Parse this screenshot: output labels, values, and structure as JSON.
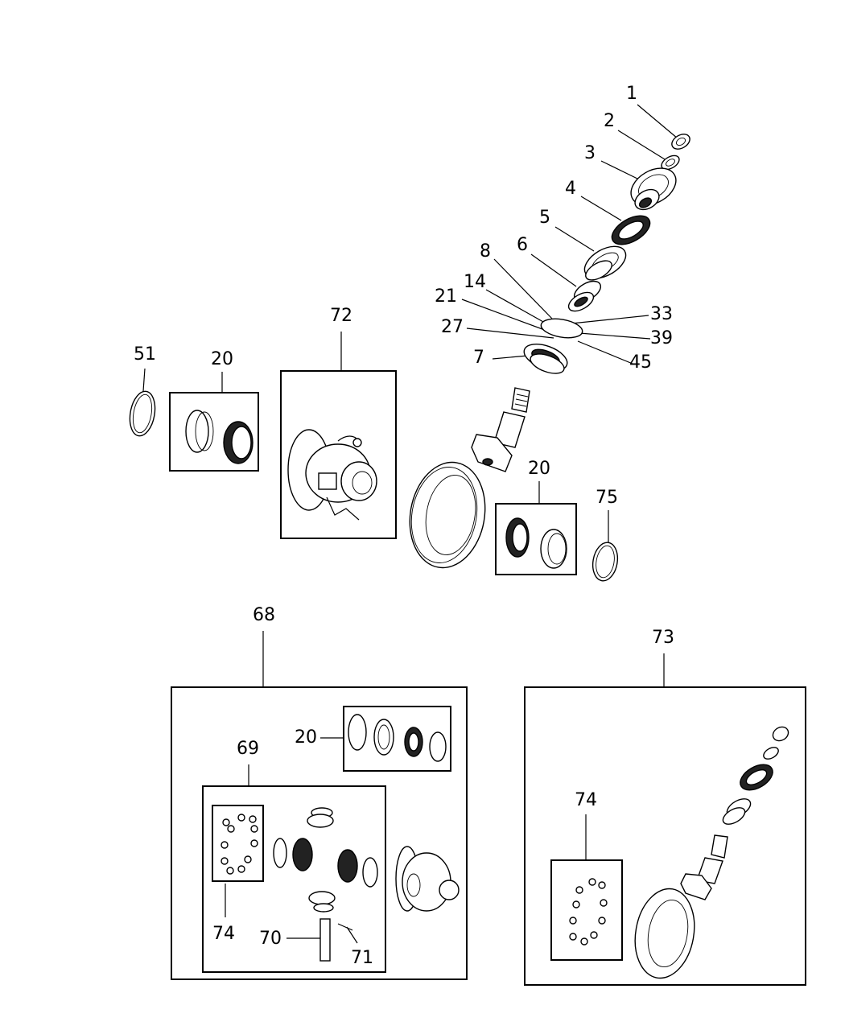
{
  "callouts": {
    "c1": "1",
    "c2": "2",
    "c3": "3",
    "c4": "4",
    "c5": "5",
    "c6": "6",
    "c8": "8",
    "c14": "14",
    "c21": "21",
    "c33": "33",
    "c27": "27",
    "c39": "39",
    "c7": "7",
    "c45": "45",
    "c72": "72",
    "c51": "51",
    "c20a": "20",
    "c20b": "20",
    "c75": "75",
    "c68": "68",
    "c73": "73",
    "c20c": "20",
    "c69": "69",
    "c74a": "74",
    "c74b": "74",
    "c70": "70",
    "c71": "71"
  }
}
